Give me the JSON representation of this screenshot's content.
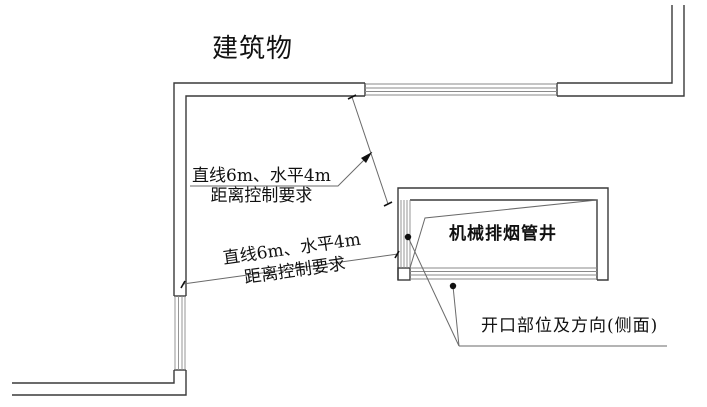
{
  "diagram": {
    "title": "建筑物",
    "shaft_label": "机械排烟管井",
    "distance_note_upper": {
      "line1": "直线6m、水平4m",
      "line2": "距离控制要求"
    },
    "distance_note_lower": {
      "line1": "直线6m、水平4m",
      "line2": "距离控制要求"
    },
    "opening_note": "开口部位及方向(侧面)",
    "colors": {
      "wall": "#3a3a3a",
      "window": "#8a8a8a",
      "leader": "#6a6a6a",
      "text": "#111111",
      "background": "#ffffff"
    }
  }
}
